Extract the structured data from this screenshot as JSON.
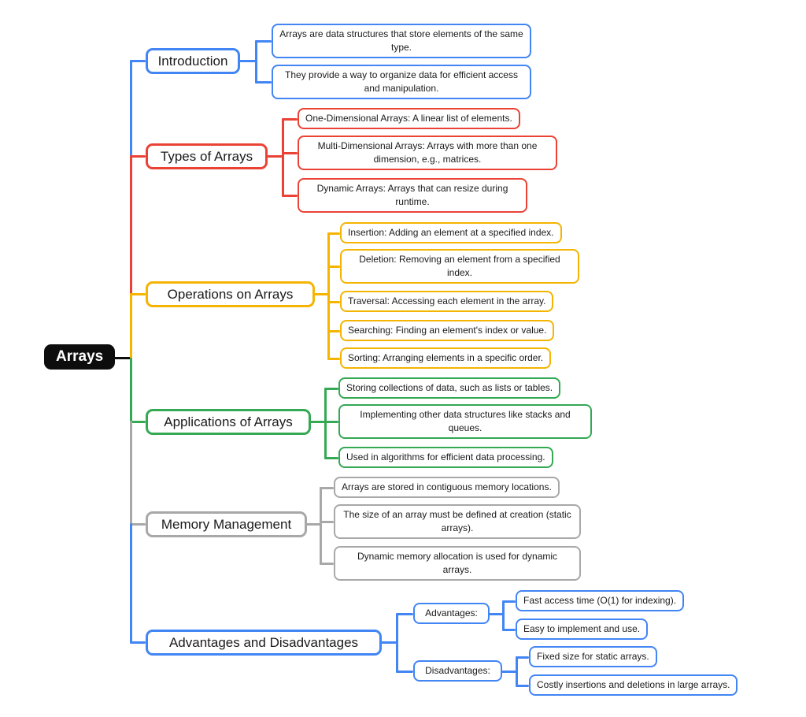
{
  "root": {
    "label": "Arrays",
    "bg": "#0d0d0d"
  },
  "branches": [
    {
      "label": "Introduction",
      "color": "#4285f4",
      "children": [
        {
          "label": "Arrays are data structures that store elements of the same type."
        },
        {
          "label": "They provide a way to organize data for efficient access and manipulation."
        }
      ]
    },
    {
      "label": "Types of Arrays",
      "color": "#ea4335",
      "children": [
        {
          "label": "One-Dimensional Arrays: A linear list of elements."
        },
        {
          "label": "Multi-Dimensional Arrays: Arrays with more than one dimension, e.g., matrices."
        },
        {
          "label": "Dynamic Arrays: Arrays that can resize during runtime."
        }
      ]
    },
    {
      "label": "Operations on Arrays",
      "color": "#f4b400",
      "children": [
        {
          "label": "Insertion: Adding an element at a specified index."
        },
        {
          "label": "Deletion: Removing an element from a specified index."
        },
        {
          "label": "Traversal: Accessing each element in the array."
        },
        {
          "label": "Searching: Finding an element's index or value."
        },
        {
          "label": "Sorting: Arranging elements in a specific order."
        }
      ]
    },
    {
      "label": "Applications of Arrays",
      "color": "#34a853",
      "children": [
        {
          "label": "Storing collections of data, such as lists or tables."
        },
        {
          "label": "Implementing other data structures like stacks and queues."
        },
        {
          "label": "Used in algorithms for efficient data processing."
        }
      ]
    },
    {
      "label": "Memory Management",
      "color": "#a8a8a8",
      "children": [
        {
          "label": "Arrays are stored in contiguous memory locations."
        },
        {
          "label": "The size of an array must be defined at creation (static arrays)."
        },
        {
          "label": "Dynamic memory allocation is used for dynamic arrays."
        }
      ]
    },
    {
      "label": "Advantages and Disadvantages",
      "color": "#4285f4",
      "children": [
        {
          "label": "Advantages:",
          "children": [
            {
              "label": "Fast access time (O(1) for indexing)."
            },
            {
              "label": "Easy to implement and use."
            }
          ]
        },
        {
          "label": "Disadvantages:",
          "children": [
            {
              "label": "Fixed size for static arrays."
            },
            {
              "label": "Costly insertions and deletions in large arrays."
            }
          ]
        }
      ]
    }
  ]
}
